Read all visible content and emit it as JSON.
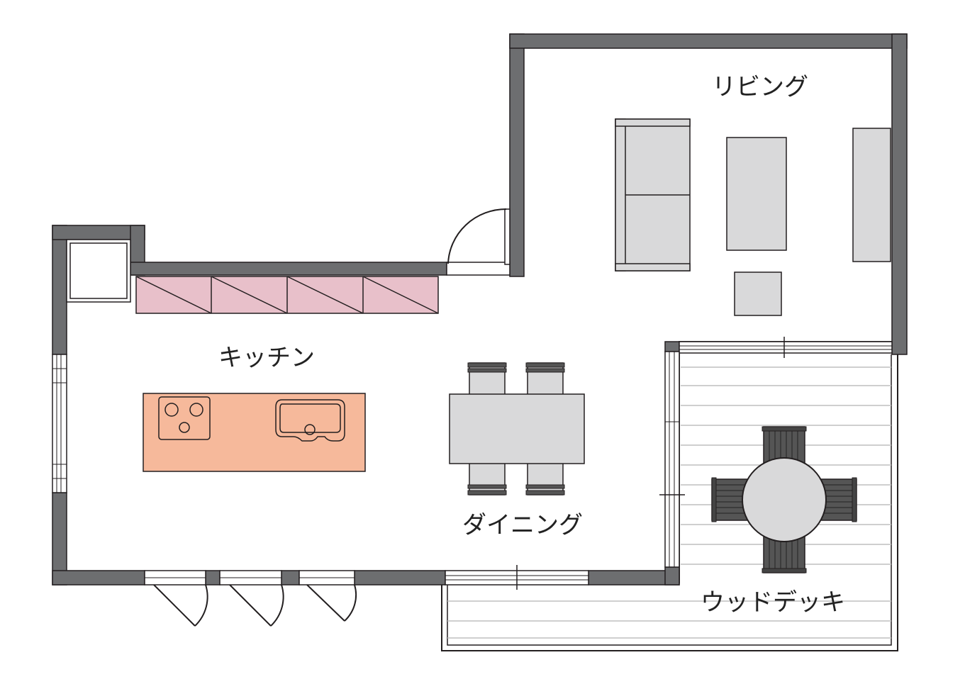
{
  "labels": {
    "living": "リビング",
    "kitchen": "キッチン",
    "dining": "ダイニング",
    "deck": "ウッドデッキ"
  },
  "colors": {
    "wall": "#6d6e70",
    "furniture": "#d9d9da",
    "cabinet": "#e8c0ca",
    "island": "#f6b99b",
    "line": "#231f20",
    "deck_board": "#bfbfbf",
    "deck_furniture": "#555555"
  }
}
